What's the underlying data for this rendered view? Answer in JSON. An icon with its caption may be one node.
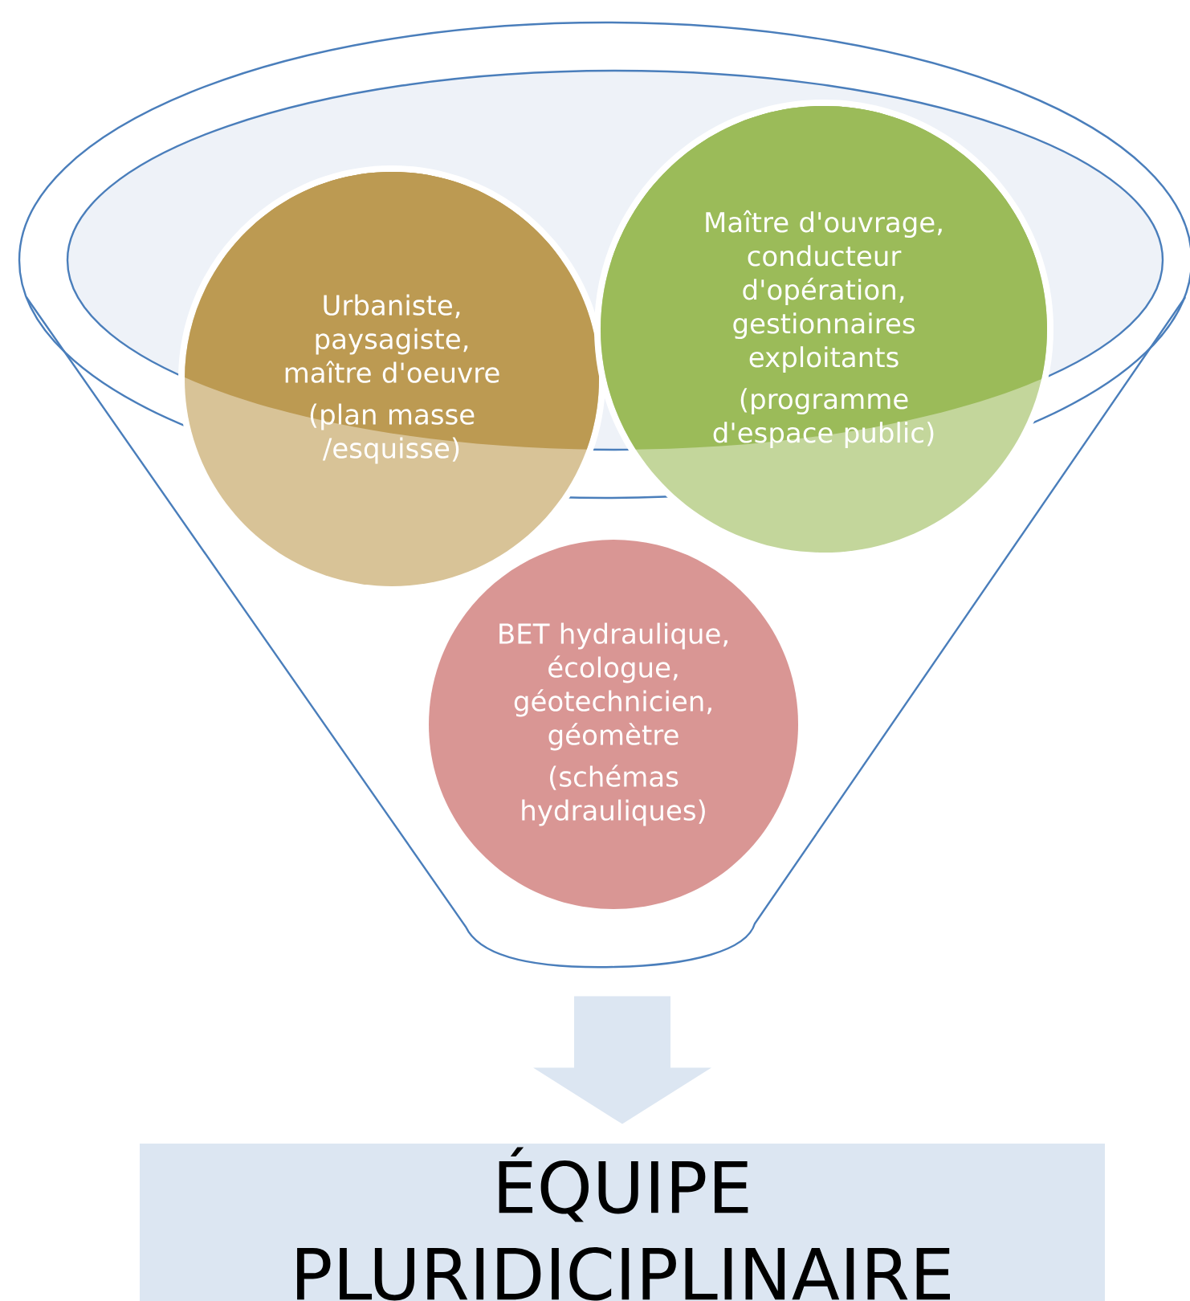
{
  "diagram": {
    "nodes": [
      {
        "text": [],
        "shape": "funnel"
      },
      {
        "text": [
          "Urbaniste, paysagiste, maître d'oeuvre",
          "(plan masse /esquisse)"
        ]
      },
      {
        "text": [
          "Maître d'ouvrage, conducteur d'opération, gestionnaires exploitants",
          "(programme d'espace public)"
        ]
      },
      {
        "text": [
          "BET hydraulique, écologue, géotechnicien, géomètre",
          "(schémas hydrauliques)"
        ]
      },
      {
        "text": [
          "ÉQUIPE PLURIDICIPLINAIRE"
        ]
      }
    ],
    "edges": [
      {
        "from": 0,
        "to": 4,
        "arrow": "to"
      }
    ]
  }
}
